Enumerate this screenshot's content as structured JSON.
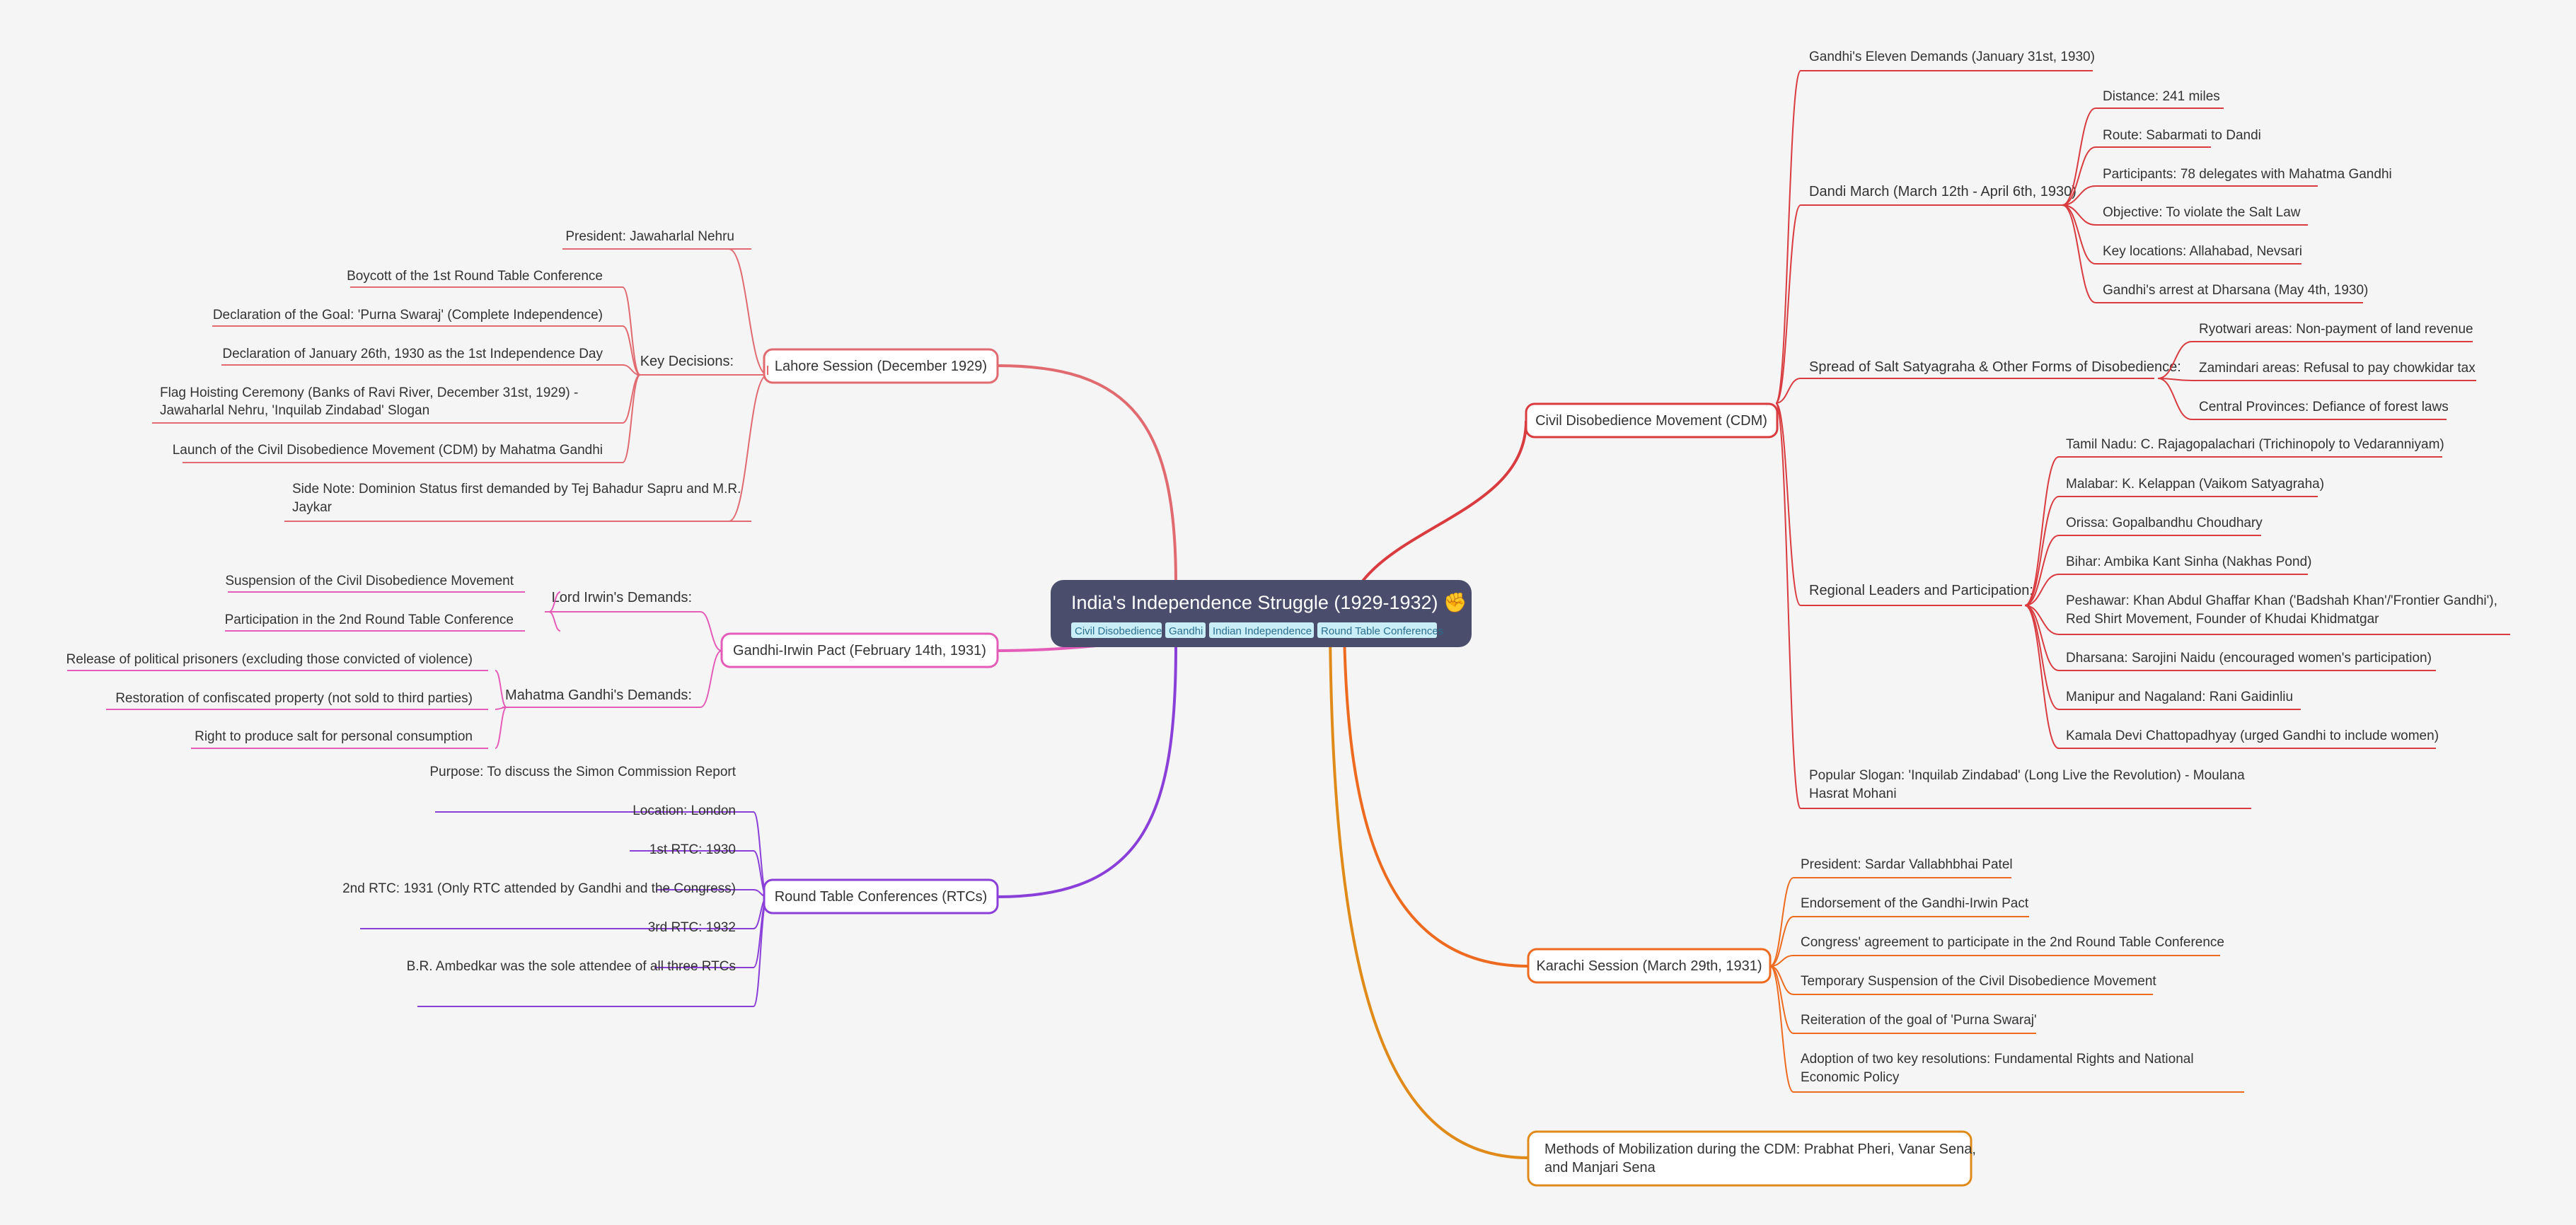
{
  "root": {
    "title": "India's Independence Struggle (1929-1932)",
    "emoji": "✊",
    "tags": [
      "Civil Disobedience",
      "Gandhi",
      "Indian Independence",
      "Round Table Conferences"
    ]
  },
  "colors": {
    "background": "#f5f5f5",
    "root": "#4a4d6b",
    "tag_bg": "#c9eef7",
    "lahore": "#e06a6f",
    "gandhi_irwin": "#e45cb8",
    "rtc": "#8a3fd9",
    "cdm": "#d93b3f",
    "karachi": "#ee6a1f",
    "methods": "#e08a1a"
  },
  "branches": {
    "lahore": {
      "label": "Lahore Session (December 1929)",
      "children": [
        {
          "label": "President: Jawaharlal Nehru"
        },
        {
          "label": "Key Decisions:",
          "children": [
            "Boycott of the 1st Round Table Conference",
            "Declaration of the Goal: 'Purna Swaraj' (Complete Independence)",
            "Declaration of January 26th, 1930 as the 1st Independence Day",
            "Flag Hoisting Ceremony (Banks of Ravi River, December 31st, 1929) - Jawaharlal Nehru, 'Inquilab Zindabad' Slogan",
            "Launch of the Civil Disobedience Movement (CDM) by Mahatma Gandhi"
          ]
        },
        {
          "label": "Side Note: Dominion Status first demanded by Tej Bahadur Sapru and M.R. Jaykar"
        }
      ]
    },
    "gandhi_irwin": {
      "label": "Gandhi-Irwin Pact (February 14th, 1931)",
      "children": [
        {
          "label": "Lord Irwin's Demands:",
          "children": [
            "Suspension of the Civil Disobedience Movement",
            "Participation in the 2nd Round Table Conference"
          ]
        },
        {
          "label": "Mahatma Gandhi's Demands:",
          "children": [
            "Release of political prisoners (excluding those convicted of violence)",
            "Restoration of confiscated property (not sold to third parties)",
            "Right to produce salt for personal consumption"
          ]
        }
      ]
    },
    "rtc": {
      "label": "Round Table Conferences (RTCs)",
      "children": [
        "Purpose: To discuss the Simon Commission Report",
        "Location: London",
        "1st RTC: 1930",
        "2nd RTC: 1931 (Only RTC attended by Gandhi and the Congress)",
        "3rd RTC: 1932",
        "B.R. Ambedkar was the sole attendee of all three RTCs"
      ]
    },
    "cdm": {
      "label": "Civil Disobedience Movement (CDM)",
      "children": [
        {
          "label": "Gandhi's Eleven Demands (January 31st, 1930)"
        },
        {
          "label": "Dandi March (March 12th - April 6th, 1930)",
          "children": [
            "Distance: 241 miles",
            "Route: Sabarmati to Dandi",
            "Participants: 78 delegates with Mahatma Gandhi",
            "Objective: To violate the Salt Law",
            "Key locations: Allahabad, Nevsari",
            "Gandhi's arrest at Dharsana (May 4th, 1930)"
          ]
        },
        {
          "label": "Spread of Salt Satyagraha & Other Forms of Disobedience:",
          "children": [
            "Ryotwari areas: Non-payment of land revenue",
            "Zamindari areas: Refusal to pay chowkidar tax",
            "Central Provinces: Defiance of forest laws"
          ]
        },
        {
          "label": "Regional Leaders and Participation:",
          "children": [
            "Tamil Nadu: C. Rajagopalachari (Trichinopoly to Vedaranniyam)",
            "Malabar: K. Kelappan (Vaikom Satyagraha)",
            "Orissa: Gopalbandhu Choudhary",
            "Bihar: Ambika Kant Sinha (Nakhas Pond)",
            "Peshawar: Khan Abdul Ghaffar Khan ('Badshah Khan'/'Frontier Gandhi'), Red Shirt Movement, Founder of Khudai Khidmatgar",
            "Dharsana: Sarojini Naidu (encouraged women's participation)",
            "Manipur and Nagaland: Rani Gaidinliu",
            "Kamala Devi Chattopadhyay (urged Gandhi to include women)"
          ]
        },
        {
          "label": "Popular Slogan: 'Inquilab Zindabad' (Long Live the Revolution) -  Moulana Hasrat Mohani"
        }
      ]
    },
    "karachi": {
      "label": "Karachi Session (March 29th, 1931)",
      "children": [
        "President: Sardar Vallabhbhai Patel",
        "Endorsement of the Gandhi-Irwin Pact",
        "Congress' agreement to participate in the 2nd Round Table Conference",
        "Temporary Suspension of the Civil Disobedience Movement",
        "Reiteration of the goal of 'Purna Swaraj'",
        "Adoption of two key resolutions: Fundamental Rights and National Economic Policy"
      ]
    },
    "methods": {
      "label": "Methods of Mobilization during the CDM: Prabhat Pheri, Vanar Sena, and Manjari Sena"
    }
  }
}
